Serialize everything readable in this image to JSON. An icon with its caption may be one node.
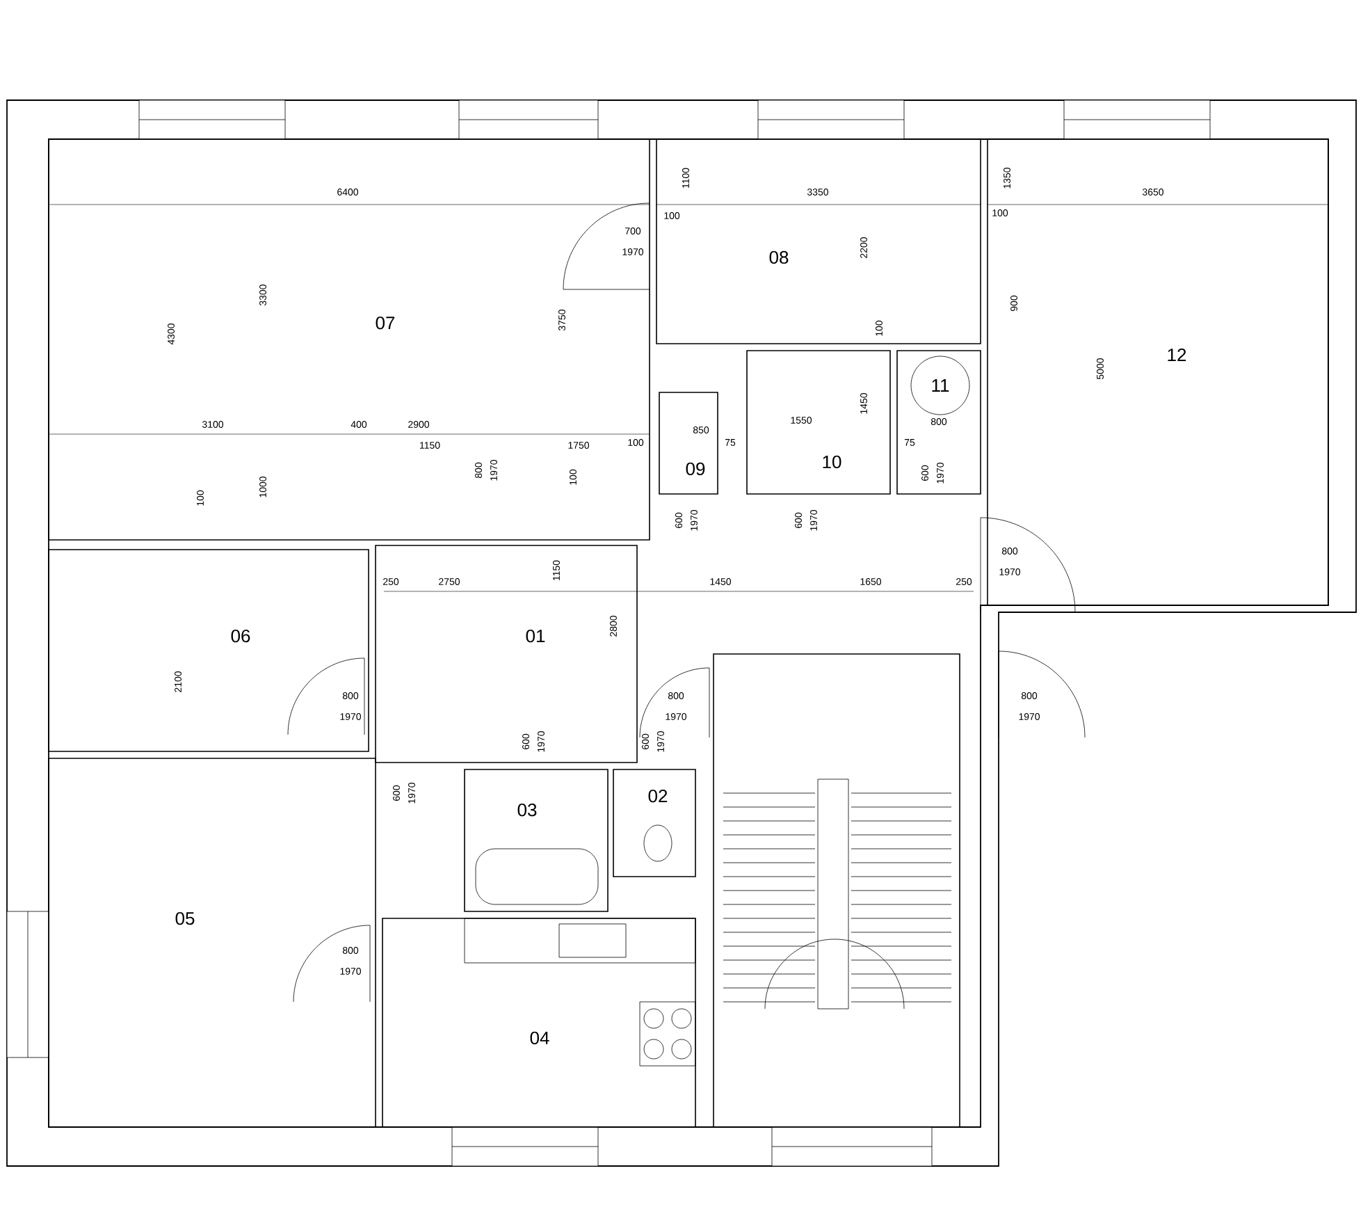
{
  "diagram": {
    "nodes": [
      {
        "text": [
          "07"
        ]
      },
      {
        "text": [
          "08"
        ]
      },
      {
        "text": [
          "12"
        ]
      },
      {
        "text": [
          "09"
        ]
      },
      {
        "text": [
          "10"
        ]
      },
      {
        "text": [
          "11"
        ]
      },
      {
        "text": [
          "06"
        ]
      },
      {
        "text": [
          "01"
        ]
      },
      {
        "text": [
          "03"
        ]
      },
      {
        "text": [
          "02"
        ]
      },
      {
        "text": [
          "05"
        ]
      },
      {
        "text": [
          "04"
        ]
      }
    ],
    "labels": [
      "6400",
      "1100",
      "3350",
      "1350",
      "3650",
      "100",
      "100",
      "700",
      "1970",
      "2200",
      "4300",
      "3300",
      "3750",
      "100",
      "900",
      "5000",
      "1450",
      "3100",
      "400",
      "2900",
      "850",
      "1550",
      "800",
      "1150",
      "1750",
      "100",
      "75",
      "75",
      "100",
      "1000",
      "800",
      "1970",
      "100",
      "600",
      "1970",
      "600",
      "1970",
      "600",
      "1970",
      "800",
      "250",
      "2750",
      "1150",
      "1450",
      "1650",
      "250",
      "1970",
      "2800",
      "2100",
      "800",
      "800",
      "800",
      "1970",
      "1970",
      "1970",
      "600",
      "1970",
      "600",
      "1970",
      "600",
      "1970",
      "800",
      "1970"
    ]
  }
}
